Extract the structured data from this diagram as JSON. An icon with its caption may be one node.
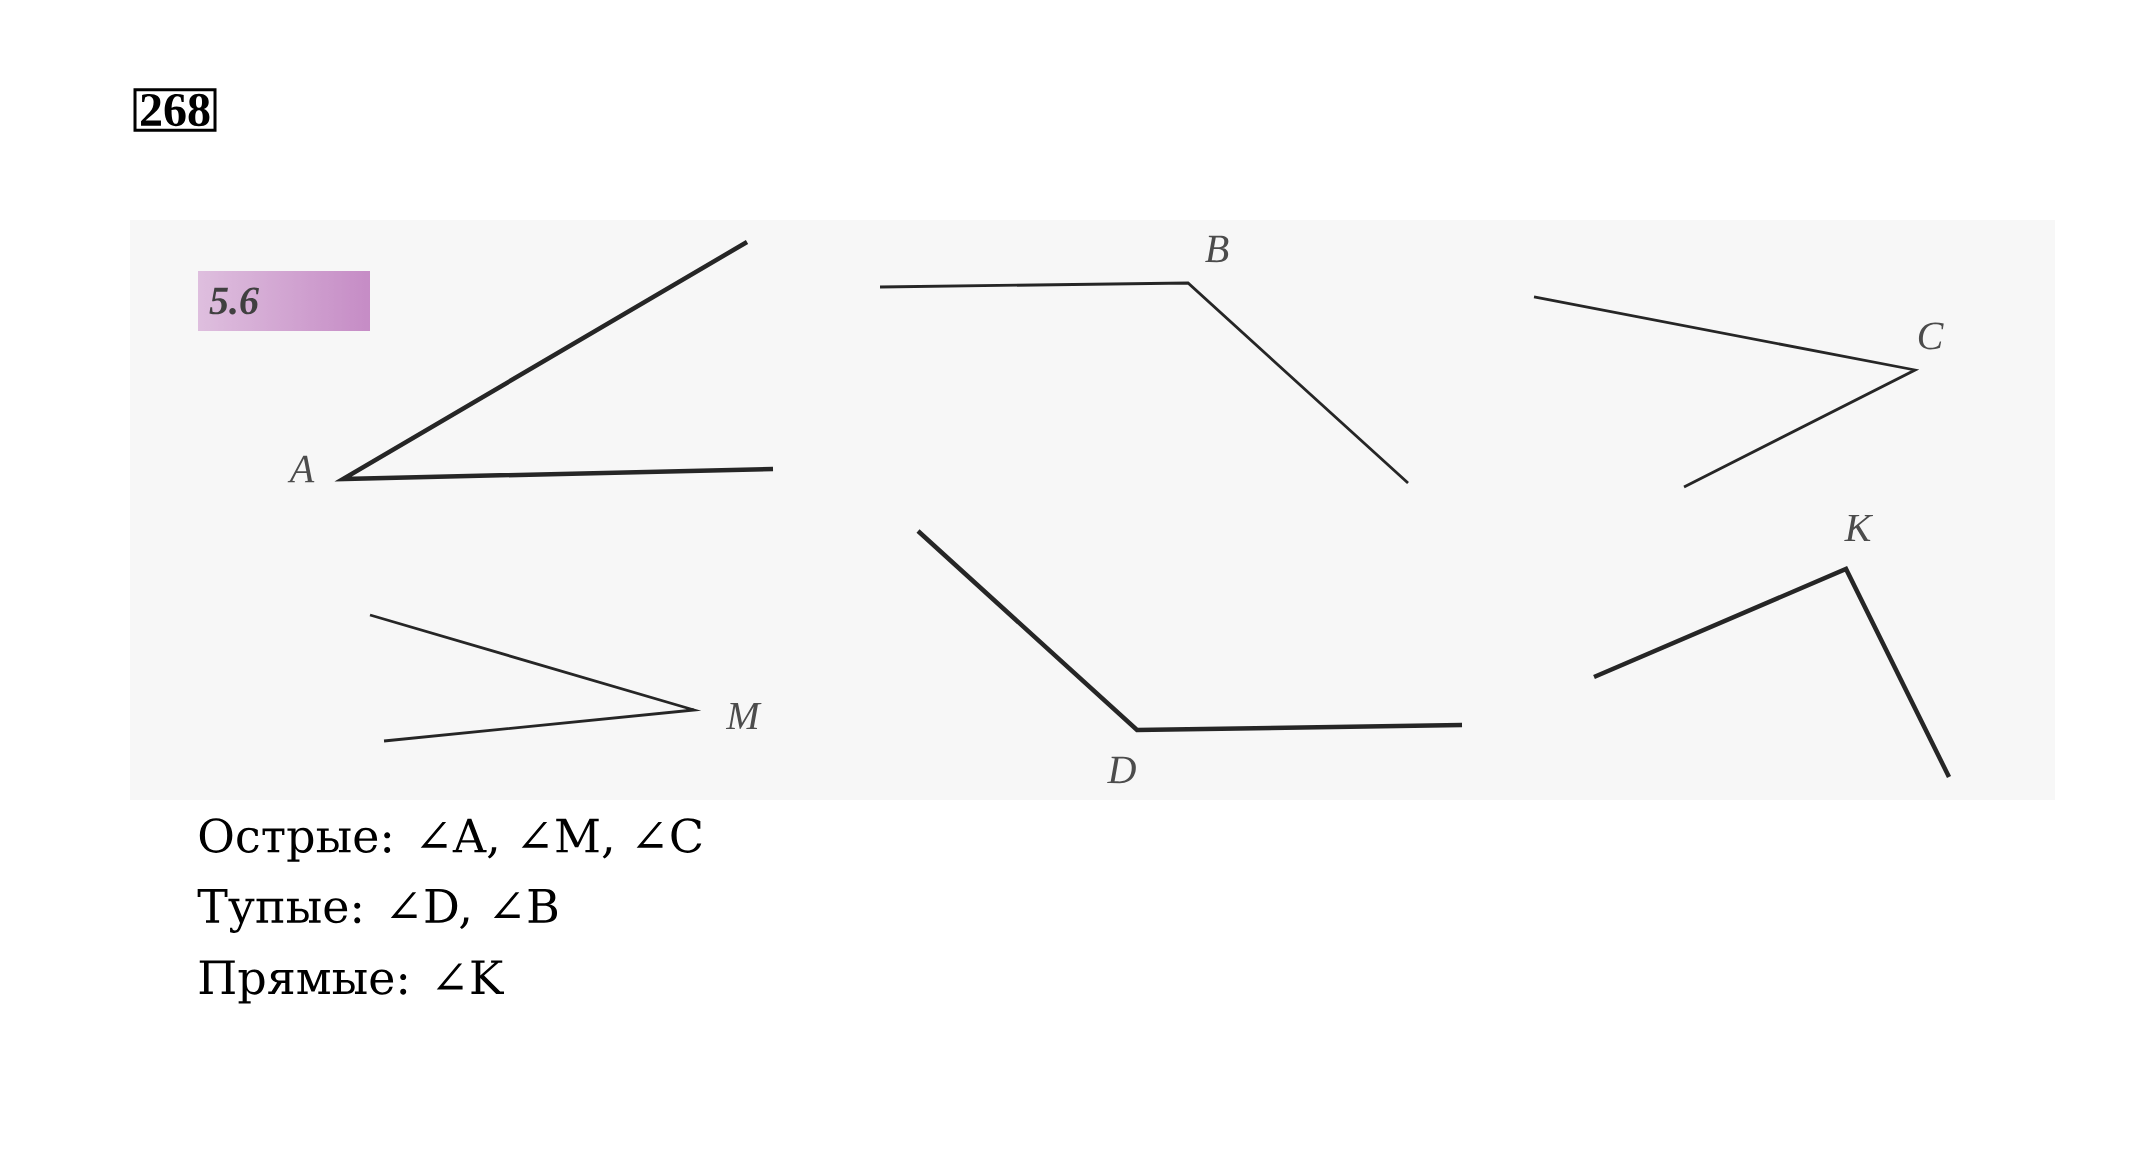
{
  "diagram": {
    "labels": [
      "268",
      "5.6",
      "A",
      "B",
      "C",
      "D",
      "M",
      "K",
      "Острые: ∠A, ∠M, ∠C",
      "Тупые: ∠D, ∠B",
      "Прямые: ∠K"
    ]
  }
}
